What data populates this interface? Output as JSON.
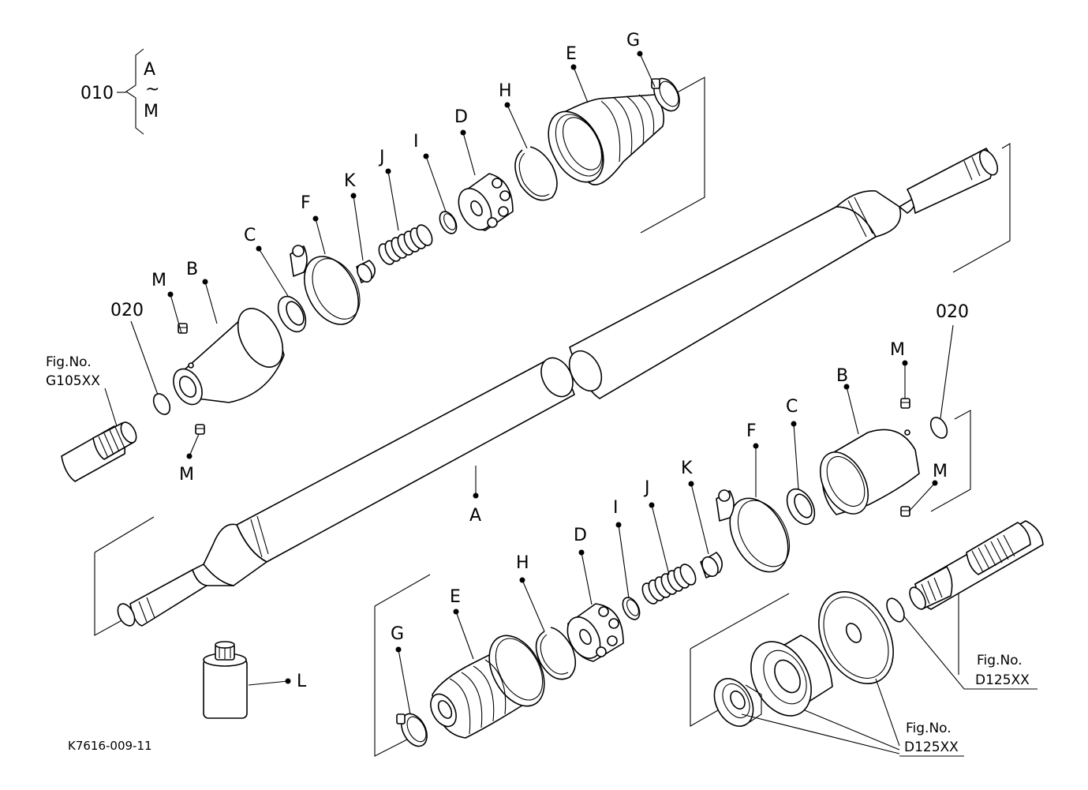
{
  "assembly": {
    "number": "010",
    "range_start": "A",
    "range_sep": "~",
    "range_end": "M"
  },
  "refs": {
    "left_fig_label": "Fig.No.",
    "left_fig_code": "G105XX",
    "right_fig_label": "Fig.No.",
    "right_fig_code": "D125XX",
    "bottom_fig_label": "Fig.No.",
    "bottom_fig_code": "D125XX"
  },
  "oring_ref": "020",
  "parts": {
    "A": "A",
    "B": "B",
    "C": "C",
    "D": "D",
    "E": "E",
    "F": "F",
    "G": "G",
    "H": "H",
    "I": "I",
    "J": "J",
    "K": "K",
    "L": "L",
    "M": "M"
  },
  "drawing_code": "K7616-009-11"
}
